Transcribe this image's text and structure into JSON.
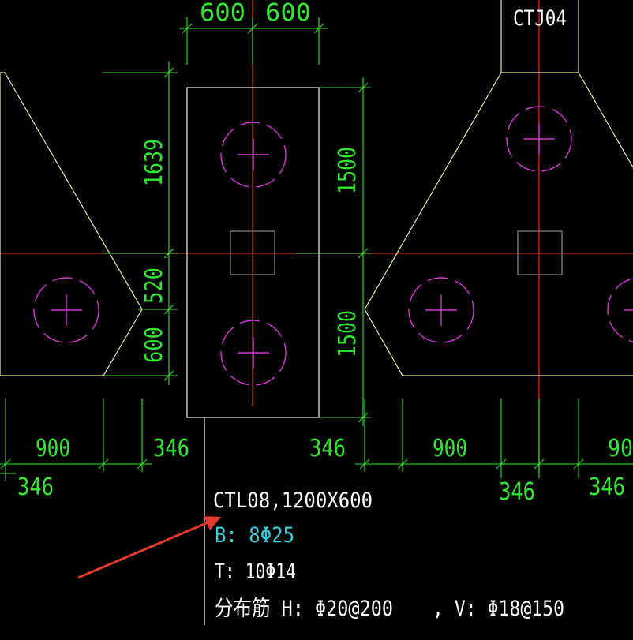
{
  "colors": {
    "background": "#000000",
    "axis": "#e01f1f",
    "dimension": "#33e633",
    "outline": "#e8e89a",
    "pile": "#d23ad2",
    "column": "#8a8a8a",
    "text_white": "#ffffff",
    "text_cyan": "#3fc8d6",
    "arrow": "#e33a2e"
  },
  "dims": {
    "top_left": "600",
    "top_right": "600",
    "v_1639": "1639",
    "v_520": "520",
    "v_600": "600",
    "v_1500_top": "1500",
    "v_1500_bottom": "1500",
    "b_900_left": "900",
    "b_346_left_low": "346",
    "b_346_left_high": "346",
    "b_346_mid": "346",
    "b_900_right": "900",
    "b_346_right_a": "346",
    "b_346_right_b": "346",
    "b_90_edge": "90"
  },
  "labels": {
    "cap_right": "CTJ04",
    "cap_name": "CTL08,1200X600",
    "bottom_bars": "B: 8Φ25",
    "top_bars": "T: 10Φ14",
    "distribution": "分布筋 H: Φ20@200",
    "distribution_v": ", V: Φ18@150"
  }
}
